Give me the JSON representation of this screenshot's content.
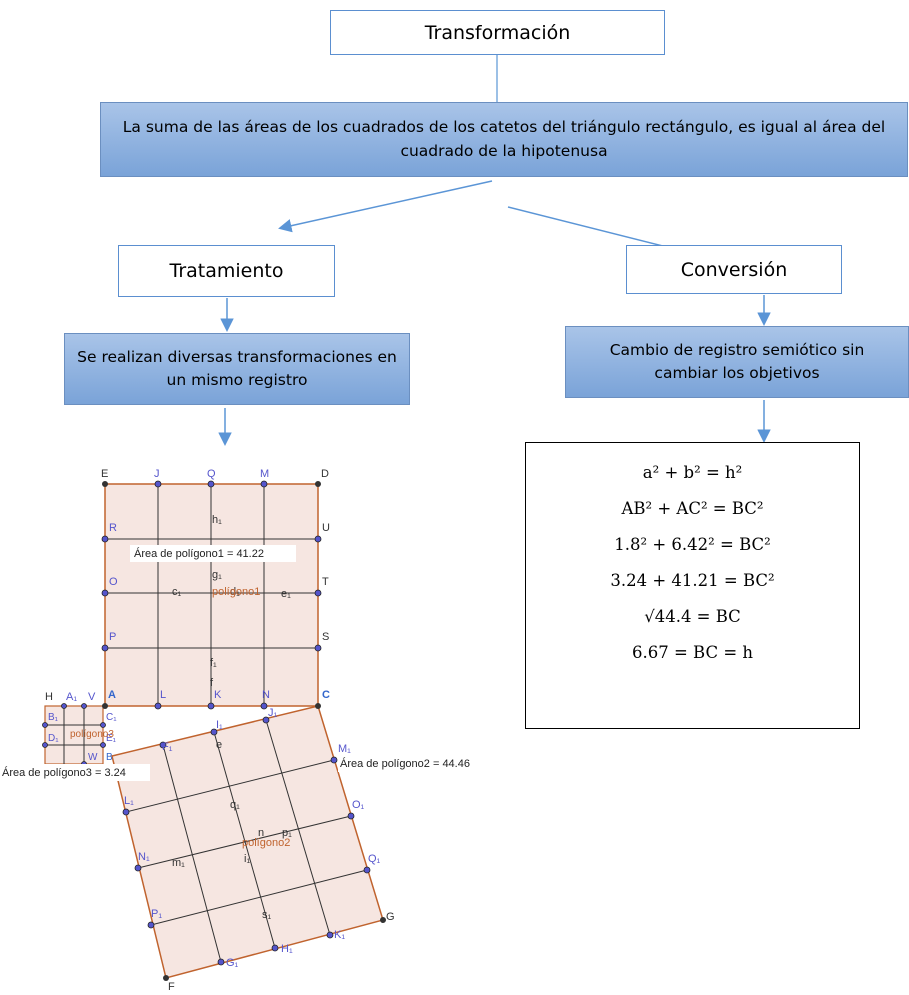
{
  "diagram": {
    "transformacion_label": "Transformación",
    "suma_text": "La suma de las áreas de los cuadrados de los catetos del triángulo rectángulo, es igual al área del cuadrado de la hipotenusa",
    "tratamiento_label": "Tratamiento",
    "conversion_label": "Conversión",
    "tratamiento_desc": "Se realizan diversas transformaciones en un mismo registro",
    "conversion_desc": "Cambio de registro semiótico sin cambiar los objetivos"
  },
  "formulas": [
    "a² + b² = h²",
    "AB² + AC² = BC²",
    "1.8² + 6.42² = BC²",
    "3.24 + 41.21 = BC²",
    "√44.4 = BC",
    "6.67 = BC = h"
  ],
  "geometry": {
    "area_poligono1": "Área de polígono1 = 41.22",
    "area_poligono2": "Área de polígono2 = 44.46",
    "area_poligono3": "Área de polígono3 = 3.24",
    "poligono1": "polígono1",
    "poligono2": "polígono2",
    "poligono3": "polígono3",
    "square1_corner_labels": [
      "E",
      "J",
      "Q",
      "M",
      "D",
      "U",
      "T",
      "S",
      "C",
      "N",
      "K",
      "L",
      "A",
      "P",
      "O",
      "R"
    ],
    "square1_inner_labels": [
      "h₁",
      "g₁",
      "c₁",
      "d₁",
      "e₁",
      "f₁",
      "f"
    ],
    "square2_labels": [
      "F₁",
      "I₁",
      "J₁",
      "M₁",
      "O₁",
      "Q₁",
      "G",
      "K₁",
      "H₁",
      "G₁",
      "F",
      "P₁",
      "N₁",
      "L₁",
      "B",
      "e"
    ],
    "square2_inner_labels": [
      "q₁",
      "n",
      "p₁",
      "m₁",
      "i₁",
      "s₁"
    ],
    "square3_labels": [
      "H",
      "A₁",
      "V",
      "B₁",
      "C₁",
      "D₁",
      "E₁",
      "B",
      "W"
    ]
  },
  "colors": {
    "box_border": "#5b8fd0",
    "box_fill": "#8fb1df",
    "square_fill": "#f6e6e1",
    "square_edge": "#c0632e",
    "point_fill": "#5555cc"
  }
}
